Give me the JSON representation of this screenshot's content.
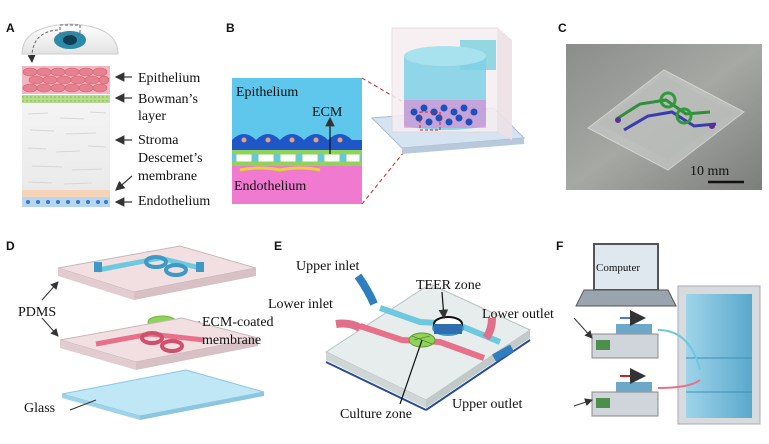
{
  "panels": {
    "a": {
      "letter": "A",
      "layers": [
        "Epithelium",
        "Bowman’s",
        "layer",
        "Stroma",
        "Descemet’s",
        "membrane",
        "Endothelium"
      ]
    },
    "b": {
      "letter": "B",
      "epithelium": "Epithelium",
      "ecm": "ECM",
      "endothelium": "Endothelium"
    },
    "c": {
      "letter": "C",
      "scale": "10 mm"
    },
    "d": {
      "letter": "D",
      "pdms": "PDMS",
      "ecm_line1": "ECM-coated",
      "ecm_line2": "membrane",
      "glass": "Glass"
    },
    "e": {
      "letter": "E",
      "upper_inlet": "Upper inlet",
      "teer_zone": "TEER zone",
      "lower_inlet": "Lower inlet",
      "lower_outlet": "Lower outlet",
      "culture_zone": "Culture zone"
    },
    "f": {
      "letter": "F",
      "computer": "Computer",
      "upper_outlet": "Upper outlet"
    }
  },
  "colors": {
    "epithelium": "#e8808f",
    "bowman": "#9fcf6b",
    "endothelium": "#3c78c8",
    "channel_blue": "#6ec9de",
    "channel_pink": "#e8708a",
    "ecm_green": "#8fd35a",
    "arrow_red": "#d22020"
  }
}
